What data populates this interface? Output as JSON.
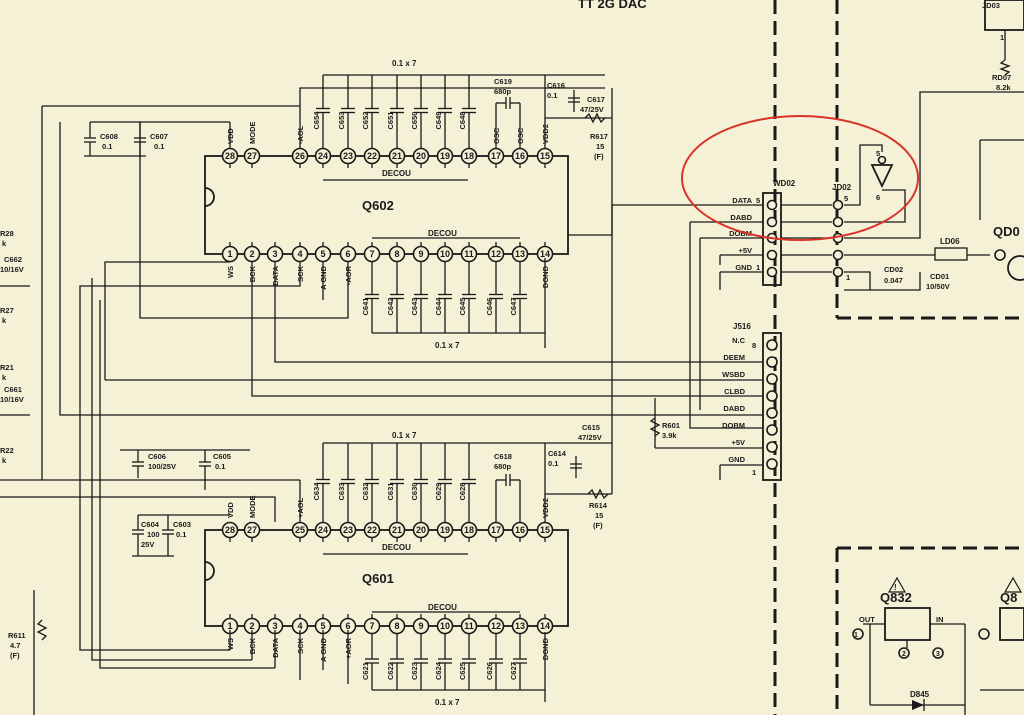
{
  "header": {
    "title": "TT 2G DAC"
  },
  "q602": {
    "name": "Q602",
    "top_pins": [
      {
        "n": "28",
        "label": "VDD"
      },
      {
        "n": "27",
        "label": "MODE"
      },
      {
        "n": "26",
        "label": "-AOL"
      },
      {
        "n": "24",
        "label": ""
      },
      {
        "n": "23",
        "label": ""
      },
      {
        "n": "22",
        "label": ""
      },
      {
        "n": "21",
        "label": ""
      },
      {
        "n": "20",
        "label": ""
      },
      {
        "n": "19",
        "label": ""
      },
      {
        "n": "18",
        "label": ""
      },
      {
        "n": "17",
        "label": "OSC"
      },
      {
        "n": "16",
        "label": "OSC"
      },
      {
        "n": "15",
        "label": "VDD2"
      }
    ],
    "bottom_pins": [
      {
        "n": "1",
        "label": "WS"
      },
      {
        "n": "2",
        "label": "BCK"
      },
      {
        "n": "3",
        "label": "DATA"
      },
      {
        "n": "4",
        "label": "SCK"
      },
      {
        "n": "5",
        "label": "A GND"
      },
      {
        "n": "6",
        "label": "-AOR"
      },
      {
        "n": "7",
        "label": ""
      },
      {
        "n": "8",
        "label": ""
      },
      {
        "n": "9",
        "label": ""
      },
      {
        "n": "10",
        "label": ""
      },
      {
        "n": "11",
        "label": ""
      },
      {
        "n": "12",
        "label": ""
      },
      {
        "n": "13",
        "label": ""
      },
      {
        "n": "14",
        "label": "DGND"
      }
    ],
    "decou_top": "DECOU",
    "decou_bottom": "DECOU",
    "top_caps": [
      "C654",
      "C653",
      "C652",
      "C651",
      "C650",
      "C649",
      "C648"
    ],
    "bottom_caps": [
      "C641",
      "C642",
      "C643",
      "C644",
      "C645",
      "C646",
      "C647"
    ],
    "cap_bank_top": "0.1 x 7",
    "cap_bank_bottom": "0.1 x 7",
    "c608": {
      "name": "C608",
      "value": "0.1"
    },
    "c607": {
      "name": "C607",
      "value": "0.1"
    },
    "c619": {
      "name": "C619",
      "value": "680p"
    },
    "c616": {
      "name": "C616",
      "value": "0.1"
    },
    "c617": {
      "name": "C617",
      "value": "47/25V"
    },
    "r617": {
      "name": "R617",
      "value": "15",
      "tol": "(F)"
    }
  },
  "q601": {
    "name": "Q601",
    "top_pins": [
      {
        "n": "28",
        "label": "VDD"
      },
      {
        "n": "27",
        "label": "MODE"
      },
      {
        "n": "25",
        "label": "+AOL"
      },
      {
        "n": "24",
        "label": ""
      },
      {
        "n": "23",
        "label": ""
      },
      {
        "n": "22",
        "label": ""
      },
      {
        "n": "21",
        "label": ""
      },
      {
        "n": "20",
        "label": ""
      },
      {
        "n": "19",
        "label": ""
      },
      {
        "n": "18",
        "label": ""
      },
      {
        "n": "17",
        "label": ""
      },
      {
        "n": "16",
        "label": ""
      },
      {
        "n": "15",
        "label": "VDD2"
      }
    ],
    "bottom_pins": [
      {
        "n": "1",
        "label": "WS"
      },
      {
        "n": "2",
        "label": "BCK"
      },
      {
        "n": "3",
        "label": "DATA"
      },
      {
        "n": "4",
        "label": "SCK"
      },
      {
        "n": "5",
        "label": "A GND"
      },
      {
        "n": "6",
        "label": "+AOR"
      },
      {
        "n": "7",
        "label": ""
      },
      {
        "n": "8",
        "label": ""
      },
      {
        "n": "9",
        "label": ""
      },
      {
        "n": "10",
        "label": ""
      },
      {
        "n": "11",
        "label": ""
      },
      {
        "n": "12",
        "label": ""
      },
      {
        "n": "13",
        "label": ""
      },
      {
        "n": "14",
        "label": "DGND"
      }
    ],
    "decou_top": "DECOU",
    "decou_bottom": "DECOU",
    "top_caps": [
      "C634",
      "C633",
      "C632",
      "C631",
      "C630",
      "C629",
      "C628"
    ],
    "bottom_caps": [
      "C621",
      "C622",
      "C623",
      "C624",
      "C625",
      "C626",
      "C627"
    ],
    "cap_bank_top": "0.1 x 7",
    "cap_bank_bottom": "0.1 x 7",
    "c606": {
      "name": "C606",
      "value": "100/25V"
    },
    "c605": {
      "name": "C605",
      "value": "0.1"
    },
    "c604": {
      "name": "C604",
      "value": "100",
      "value2": "25V"
    },
    "c603": {
      "name": "C603",
      "value": "0.1"
    },
    "c618": {
      "name": "C618",
      "value": "680p"
    },
    "c614": {
      "name": "C614",
      "value": "0.1"
    },
    "c615": {
      "name": "C615",
      "value": "47/25V"
    },
    "r614": {
      "name": "R614",
      "value": "15",
      "tol": "(F)"
    }
  },
  "wd02": {
    "name": "WD02",
    "pins": [
      {
        "n": "5",
        "label": "DATA"
      },
      {
        "n": "",
        "label": "DABD"
      },
      {
        "n": "",
        "label": "DOBM"
      },
      {
        "n": "",
        "label": "+5V"
      },
      {
        "n": "1",
        "label": "GND"
      }
    ]
  },
  "jd02": {
    "name": "JD02",
    "pin_top": "5",
    "pin_bottom": "1"
  },
  "inverter": {
    "in_pin": "5",
    "out_pin": "6"
  },
  "jd03": {
    "name": "JD03",
    "pin": "1"
  },
  "rd07": {
    "name": "RD07",
    "value": "8.2k"
  },
  "ld06": {
    "name": "LD06"
  },
  "cd02": {
    "name": "CD02",
    "value": "0.047"
  },
  "cd01": {
    "name": "CD01",
    "value": "10/50V"
  },
  "qd0": {
    "name": "QD0"
  },
  "j516": {
    "name": "J516",
    "top_pin": "8",
    "bottom_pin": "1",
    "labels": [
      "N.C",
      "DEEM",
      "WSBD",
      "CLBD",
      "DABD",
      "DOBM",
      "+5V",
      "GND"
    ]
  },
  "r601": {
    "name": "R601",
    "value": "3.9k"
  },
  "q832": {
    "name": "Q832",
    "out": "OUT",
    "in": "IN",
    "p1": "1",
    "p2": "2",
    "p3": "3"
  },
  "q8_partial": {
    "name": "Q8"
  },
  "d845": {
    "name": "D845"
  },
  "left_edge": [
    {
      "name": "R28",
      "value": "k"
    },
    {
      "name": "C662",
      "value": "10/16V"
    },
    {
      "name": "R27",
      "value": "k"
    },
    {
      "name": "R21",
      "value": "k"
    },
    {
      "name": "C661",
      "value": "10/16V"
    },
    {
      "name": "R22",
      "value": "k"
    }
  ],
  "r611": {
    "name": "R611",
    "value": "4.7",
    "tol": "(F)"
  },
  "annotation": {
    "color": "#d8342b"
  }
}
